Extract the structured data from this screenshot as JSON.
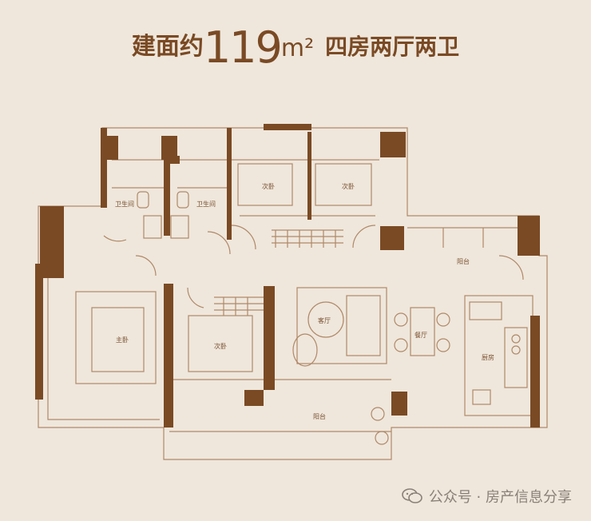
{
  "header": {
    "prefix": "建面约",
    "area_number": "119",
    "area_unit": "m²",
    "layout_desc": "四房两厅两卫"
  },
  "rooms": {
    "bath1": "卫生间",
    "bath2": "卫生间",
    "bedroom_top1": "次卧",
    "bedroom_top2": "次卧",
    "balcony_right": "阳台",
    "master": "主卧",
    "bedroom_mid": "次卧",
    "living": "客厅",
    "dining": "餐厅",
    "kitchen": "厨房",
    "terrace": "阳台"
  },
  "watermark": {
    "text": "公众号 · 房产信息分享"
  },
  "colors": {
    "background": "#efe7dc",
    "wall": "#7a4a24",
    "line": "#b08868"
  }
}
